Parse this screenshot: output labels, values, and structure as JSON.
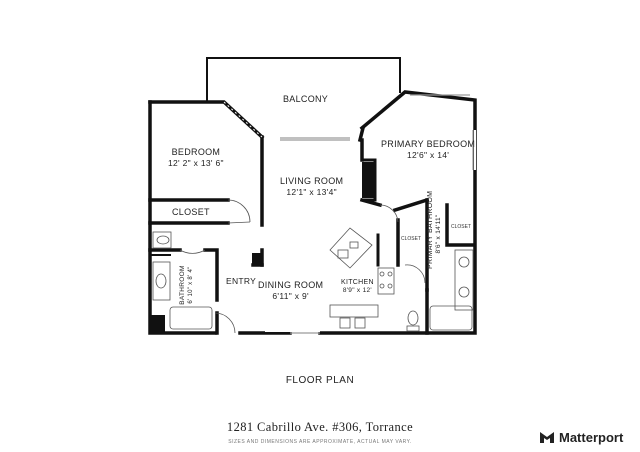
{
  "rooms": {
    "balcony": {
      "name": "BALCONY"
    },
    "bedroom": {
      "name": "BEDROOM",
      "size": "12' 2\" x 13' 6\""
    },
    "closet_bedroom": {
      "name": "CLOSET"
    },
    "living_room": {
      "name": "LIVING ROOM",
      "size": "12'1\" x 13'4\""
    },
    "primary_bedroom": {
      "name": "PRIMARY BEDROOM",
      "size": "12'6\" x 14'"
    },
    "closet_primary": {
      "name": "CLOSET"
    },
    "closet_primary_bath": {
      "name": "CLOSET"
    },
    "primary_bathroom": {
      "name": "PRIMARY BATHROOM",
      "size": "8'6\" x 14'11\""
    },
    "bathroom": {
      "name": "BATHROOM",
      "size": "6' 10\" x 8' 4\""
    },
    "entry": {
      "name": "ENTRY"
    },
    "dining_room": {
      "name": "DINING ROOM",
      "size": "6'11\" x 9'"
    },
    "kitchen": {
      "name": "KITCHEN",
      "size": "8'9\" x 12'"
    }
  },
  "plan_title": "FLOOR PLAN",
  "address": "1281 Cabrillo Ave. #306, Torrance",
  "disclaimer": "SIZES AND DIMENSIONS ARE APPROXIMATE, ACTUAL MAY VARY.",
  "brand": {
    "name": "Matterport",
    "icon": "matterport-logo-icon"
  },
  "colors": {
    "wall": "#111111",
    "fixture": "#555555",
    "window": "#9a9a9a"
  }
}
